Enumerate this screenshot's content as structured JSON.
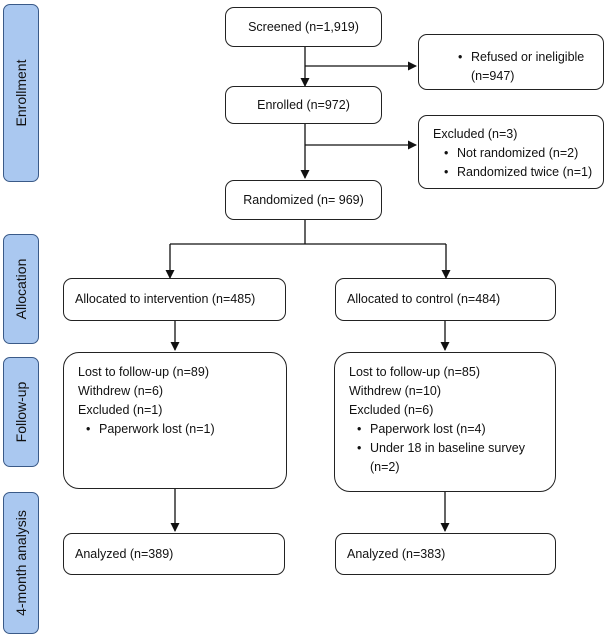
{
  "stages": {
    "enrollment": "Enrollment",
    "allocation": "Allocation",
    "follow_up": "Follow-up",
    "analysis": "4-month analysis"
  },
  "screened": "Screened (n=1,919)",
  "refused": "Refused or ineligible (n=947)",
  "enrolled": "Enrolled (n=972)",
  "excluded": {
    "title": "Excluded (n=3)",
    "items": [
      "Not randomized (n=2)",
      "Randomized twice (n=1)"
    ]
  },
  "randomized": "Randomized (n= 969)",
  "intervention": {
    "allocated": "Allocated to intervention (n=485)",
    "lost": "Lost to follow-up (n=89)",
    "withdrew": "Withdrew (n=6)",
    "excluded": "Excluded (n=1)",
    "reasons": [
      "Paperwork lost (n=1)"
    ],
    "analyzed": "Analyzed (n=389)"
  },
  "control": {
    "allocated": "Allocated to control (n=484)",
    "lost": "Lost to follow-up (n=85)",
    "withdrew": "Withdrew (n=10)",
    "excluded": "Excluded (n=6)",
    "reasons": [
      "Paperwork lost (n=4)",
      "Under 18 in baseline survey (n=2)"
    ],
    "analyzed": "Analyzed (n=383)"
  }
}
